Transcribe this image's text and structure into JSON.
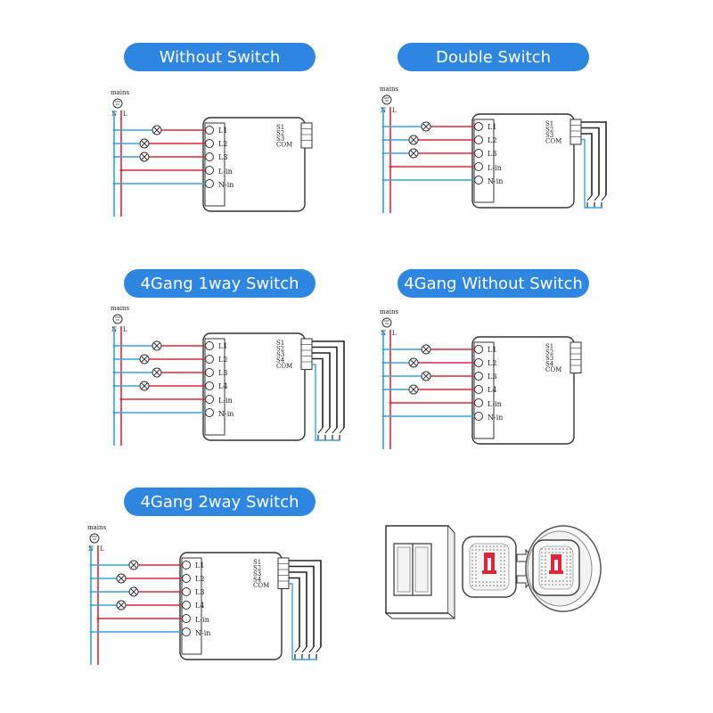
{
  "titles": {
    "without_switch": "Without Switch",
    "double_switch": "Double Switch",
    "gang4_1way": "4Gang 1way Switch",
    "gang4_without": "4Gang Without Switch",
    "gang4_2way": "4Gang 2way Switch"
  },
  "mains": {
    "label": "mains",
    "n": "N",
    "l": "L"
  },
  "terminals": {
    "l1": "L1",
    "l2": "L2",
    "l3": "L3",
    "l4": "L4",
    "lin": "L-in",
    "nin": "N-in",
    "s1": "S1",
    "s2": "S2",
    "s3": "S3",
    "s4": "S4",
    "com": "COM"
  },
  "colors": {
    "pill": "#2f86e0",
    "neutral_wire": "#3aa0d8",
    "live_wire": "#d8283a",
    "switch_wire": "#222222"
  }
}
